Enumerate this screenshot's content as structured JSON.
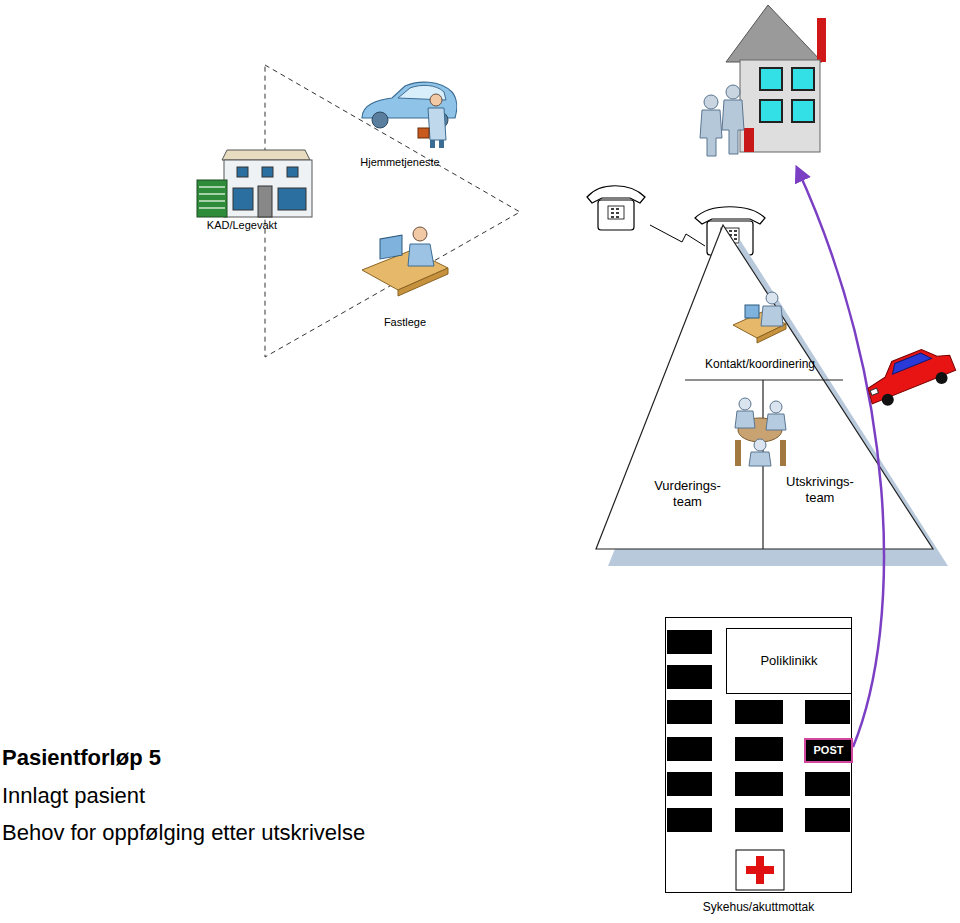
{
  "diagram": {
    "title": "Pasientforløp 5",
    "nodes": [
      {
        "text": [
          "Kontakt/koordinering"
        ]
      },
      {
        "text": [
          "Vurderings- team"
        ]
      },
      {
        "text": [
          "Utskrivings- team"
        ]
      },
      {
        "text": [
          "Sykehus/akuttmottak"
        ]
      },
      {
        "text": [
          "Poliklinikk"
        ],
        "in": 3
      },
      {
        "text": [
          "POST"
        ],
        "in": 3
      }
    ],
    "labels": [
      "KAD/Legevakt",
      "Hjemmetjeneste",
      "Fastlege",
      "Innlagt pasient",
      "Behov for oppfølging etter utskrivelse"
    ]
  }
}
